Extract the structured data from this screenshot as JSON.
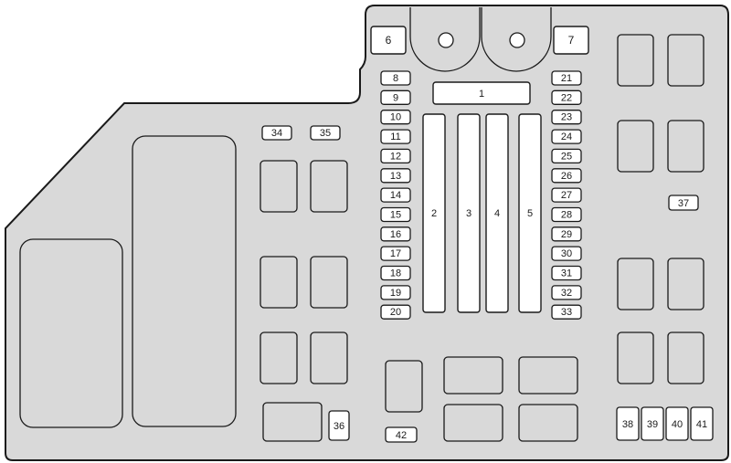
{
  "fuse_box": {
    "colors": {
      "panel_fill": "#d9d9d9",
      "outline": "#1a1a1a",
      "fuse_fill": "#ffffff",
      "relay_fill": "#d9d9d9"
    },
    "large_fuses": [
      "6",
      "7"
    ],
    "main_fuse": "1",
    "long_fuses": [
      "2",
      "3",
      "4",
      "5"
    ],
    "left_column_fuses": [
      "8",
      "9",
      "10",
      "11",
      "12",
      "13",
      "14",
      "15",
      "16",
      "17",
      "18",
      "19",
      "20"
    ],
    "right_column_fuses": [
      "21",
      "22",
      "23",
      "24",
      "25",
      "26",
      "27",
      "28",
      "29",
      "30",
      "31",
      "32",
      "33"
    ],
    "upper_left_fuses": [
      "34",
      "35"
    ],
    "side_fuse": "37",
    "bottom_left_fuse": "36",
    "bottom_center_fuse": "42",
    "bottom_right_fuses": [
      "38",
      "39",
      "40",
      "41"
    ]
  }
}
